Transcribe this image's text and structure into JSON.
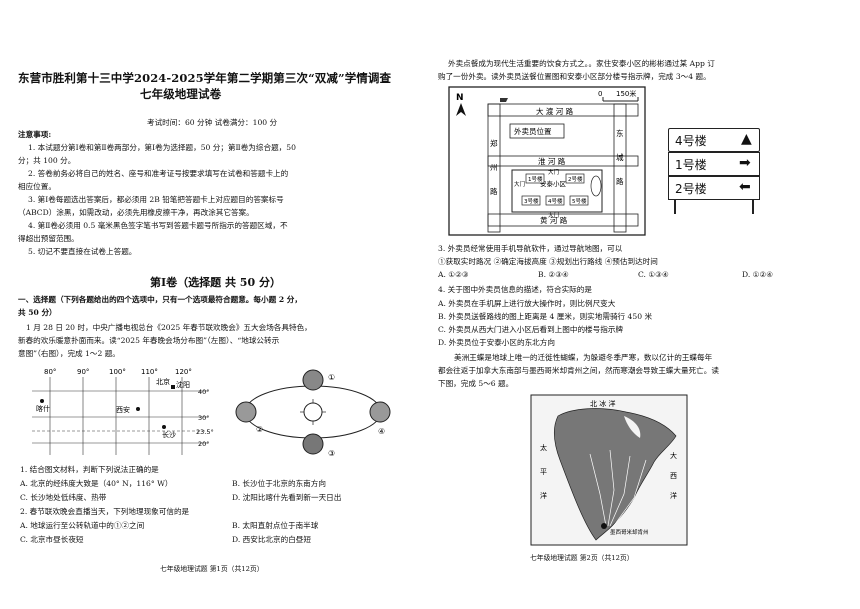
{
  "left": {
    "title_line1": "东营市胜利第十三中学2024-2025学年第二学期第三次“双减”学情调查",
    "title_line2": "七年级地理试卷",
    "exam_info": "考试时间：60 分钟     试卷满分：100 分",
    "notes_header": "注意事项:",
    "notes": [
      "1. 本试题分第Ⅰ卷和第Ⅱ卷两部分，第Ⅰ卷为选择题，50 分；第Ⅱ卷为综合题，50",
      "分；共 100 分。",
      "2. 答卷前务必将自己的姓名、座号和准考证号按要求填写在试卷和答题卡上的",
      "相应位置。",
      "3. 第Ⅰ卷每题选出答案后，都必须用 2B 铅笔把答题卡上对应题目的答案标号",
      "（ABCD）涂黑，如需改动，必须先用橡皮擦干净，再改涂其它答案。",
      "4. 第Ⅱ卷必须用 0.5 毫米黑色签字笔书写到答题卡题号所指示的答题区域，不",
      "得超出预留范围。",
      "5. 切记不要直接在试卷上答题。"
    ],
    "section_title": "第Ⅰ卷（选择题   共 50 分）",
    "q_section_line1": "一、选择题（下列各题给出的四个选项中，只有一个选项最符合题意。每小题 2 分，",
    "q_section_line2": "共 50 分）",
    "intro_line1": "1 月 28 日 20 时，中央广播电视总台《2025 年春节联欢晚会》五大会场各具特色，",
    "intro_line2": "新春的欢乐暖意扑面而来。读“2025 年春晚会场分布图”（左图）、“地球公转示",
    "intro_line3": "意图”（右图），完成 1～2 题。",
    "map": {
      "lon_labels": [
        "80°",
        "90°",
        "100°",
        "110°",
        "120°"
      ],
      "lat_labels": [
        "40°",
        "30°",
        "23.5°",
        "20°"
      ],
      "cities": [
        "北京",
        "沈阳",
        "喀什",
        "西安",
        "长沙"
      ]
    },
    "orbit": {
      "labels": [
        "①",
        "②",
        "③",
        "④"
      ]
    },
    "q1": "1. 结合图文材料，判断下列说法正确的是",
    "q1_opts": [
      "A. 北京的经纬度大致是（40° N，116° W）",
      "B. 长沙位于北京的东南方向",
      "C. 长沙地处低纬度、热带",
      "D. 沈阳比喀什先看到新一天日出"
    ],
    "q2": "2. 春节联欢晚会直播当天，下列地理现象可信的是",
    "q2_opts": [
      "A. 地球运行至公转轨道中的①②之间",
      "B. 太阳直射点位于南半球",
      "C. 北京市昼长夜短",
      "D. 西安比北京的白昼短"
    ],
    "footer": "七年级地理试题   第1页（共12页）"
  },
  "right": {
    "intro_line1": "外卖点餐成为现代生活重要的饮食方式之。。家住安泰小区的彬彬通过某 App 订",
    "intro_line2": "购了一份外卖。读外卖员送餐位置图和安泰小区部分楼号指示牌，完成 3～4 题。",
    "plan": {
      "north": "N",
      "scale": "150米",
      "roads": [
        "大 渡 河 路",
        "淮 河 路",
        "黄 河 路",
        "郑",
        "州",
        "路",
        "东",
        "城",
        "路"
      ],
      "courier": "外卖员位置",
      "community": "安泰小区",
      "gates": [
        "大门",
        "大门",
        "大门"
      ],
      "buildings": [
        "1号楼",
        "2号楼",
        "3号楼",
        "4号楼",
        "5号楼"
      ]
    },
    "signs": [
      "4号楼",
      "1号楼",
      "2号楼"
    ],
    "q3": "3. 外卖员经常使用手机导航软件，通过导航地图，可以",
    "q3_features": "①获取实时路况   ②确定海拔高度   ③规划出行路线   ④预估到达时间",
    "q3_opts": [
      "A. ①②③",
      "B. ②③④",
      "C. ①③④",
      "D. ①②④"
    ],
    "q4": "4. 关于图中外卖员信息的描述，符合实际的是",
    "q4_opts": [
      "A. 外卖员在手机屏上进行放大操作时，则比例尺变大",
      "B. 外卖员送餐路线的图上距离是 4 厘米，则实地需骑行 450 米",
      "C. 外卖员从西大门进入小区后看到上图中的楼号指示牌",
      "D. 外卖员位于安泰小区的东北方向"
    ],
    "butterfly_line1": "美洲王蝶是地球上唯一的迁徙性蝴蝶，为躲避冬季严寒，数以亿计的王蝶每年",
    "butterfly_line2": "都会往返于加拿大东南部与墨西哥米却肯州之间，然而寒潮会导致王蝶大量死亡。读",
    "butterfly_line3": "下图，完成 5～6 题。",
    "america_map": {
      "labels": [
        "北 冰 洋",
        "太",
        "平",
        "洋",
        "大",
        "西",
        "洋",
        "墨西哥米却肯州"
      ]
    },
    "footer": "七年级地理试题   第2页（共12页）"
  }
}
